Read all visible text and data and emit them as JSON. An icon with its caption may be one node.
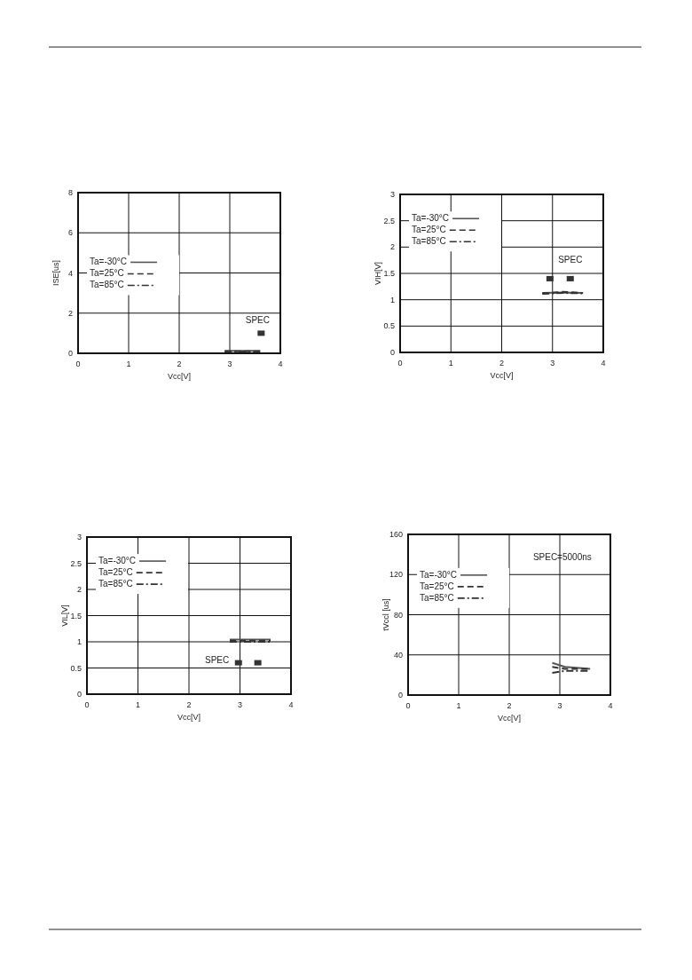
{
  "diagram": {
    "chart_data": [
      {
        "type": "line",
        "xlabel": "Vcc[V]",
        "ylabel": "ISE[us]",
        "xlim": [
          0,
          4
        ],
        "ylim": [
          0,
          8
        ],
        "xticks": [
          0,
          1,
          2,
          3,
          4
        ],
        "yticks": [
          0,
          2,
          4,
          6,
          8
        ],
        "grid": true,
        "legend": true,
        "x": [
          2.9,
          3.3,
          3.6
        ],
        "series": [
          {
            "name": "Ta=-30°C",
            "color": "#555555",
            "line_style": "solid",
            "values": [
              0.12,
              0.12,
              0.12
            ]
          },
          {
            "name": "Ta=25°C",
            "color": "#333333",
            "line_style": "dashed",
            "values": [
              0.1,
              0.1,
              0.1
            ]
          },
          {
            "name": "Ta=85°C",
            "color": "#333333",
            "line_style": "dashdot",
            "values": [
              0.08,
              0.08,
              0.08
            ]
          }
        ],
        "annotations": [
          "SPEC"
        ]
      },
      {
        "type": "line",
        "xlabel": "Vcc[V]",
        "ylabel": "VIH[V]",
        "xlim": [
          0,
          4
        ],
        "ylim": [
          0,
          3
        ],
        "xticks": [
          0,
          1,
          2,
          3,
          4
        ],
        "yticks": [
          0,
          0.5,
          1,
          1.5,
          2,
          2.5,
          3
        ],
        "grid": true,
        "legend": true,
        "x": [
          2.8,
          3.2,
          3.6
        ],
        "series": [
          {
            "name": "Ta=-30°C",
            "color": "#555555",
            "line_style": "solid",
            "values": [
              1.13,
              1.14,
              1.13
            ]
          },
          {
            "name": "Ta=25°C",
            "color": "#333333",
            "line_style": "dashed",
            "values": [
              1.12,
              1.15,
              1.13
            ]
          },
          {
            "name": "Ta=85°C",
            "color": "#333333",
            "line_style": "dashdot",
            "values": [
              1.11,
              1.13,
              1.12
            ]
          }
        ],
        "annotations": [
          "SPEC"
        ]
      },
      {
        "type": "line",
        "xlabel": "Vcc[V]",
        "ylabel": "VIL[V]",
        "xlim": [
          0,
          4
        ],
        "ylim": [
          0,
          3
        ],
        "xticks": [
          0,
          1,
          2,
          3,
          4
        ],
        "yticks": [
          0,
          0.5,
          1,
          1.5,
          2,
          2.5,
          3
        ],
        "grid": true,
        "legend": true,
        "x": [
          2.8,
          3.2,
          3.6
        ],
        "series": [
          {
            "name": "Ta=-30°C",
            "color": "#555555",
            "line_style": "solid",
            "values": [
              1.04,
              1.04,
              1.04
            ]
          },
          {
            "name": "Ta=25°C",
            "color": "#333333",
            "line_style": "dashed",
            "values": [
              1.02,
              1.02,
              1.02
            ]
          },
          {
            "name": "Ta=85°C",
            "color": "#333333",
            "line_style": "dashdot",
            "values": [
              1.0,
              1.0,
              1.0
            ]
          }
        ],
        "annotations": [
          "SPEC"
        ]
      },
      {
        "type": "line",
        "xlabel": "Vcc[V]",
        "ylabel": "tVccl [us]",
        "xlim": [
          0,
          4
        ],
        "ylim": [
          0,
          160
        ],
        "xticks": [
          0,
          1,
          2,
          3,
          4
        ],
        "yticks": [
          0,
          40,
          80,
          120,
          160
        ],
        "grid": true,
        "legend": true,
        "x": [
          2.85,
          3.1,
          3.6
        ],
        "series": [
          {
            "name": "Ta=-30°C",
            "color": "#555555",
            "line_style": "solid",
            "values": [
              32,
              28,
              26
            ]
          },
          {
            "name": "Ta=25°C",
            "color": "#333333",
            "line_style": "dashed",
            "values": [
              28,
              26,
              26
            ]
          },
          {
            "name": "Ta=85°C",
            "color": "#333333",
            "line_style": "dashdot",
            "values": [
              22,
              24,
              24
            ]
          }
        ],
        "annotations": [
          "SPEC=5000ns"
        ]
      }
    ]
  }
}
